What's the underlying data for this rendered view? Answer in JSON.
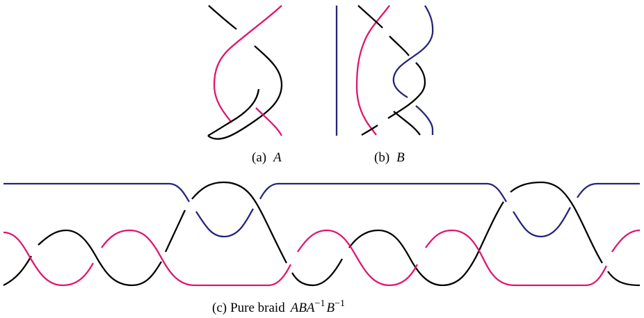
{
  "colors": {
    "black": "#000000",
    "magenta": "#e0156f",
    "blue": "#25257a"
  },
  "panels": [
    {
      "label": "(a)",
      "symbol": "A"
    },
    {
      "label": "(b)",
      "symbol": "B"
    },
    {
      "label": "(c)",
      "text": "Pure braid",
      "symbol": "ABA",
      "exp1": "−1",
      "symbol2": "B",
      "exp2": "−1"
    }
  ]
}
